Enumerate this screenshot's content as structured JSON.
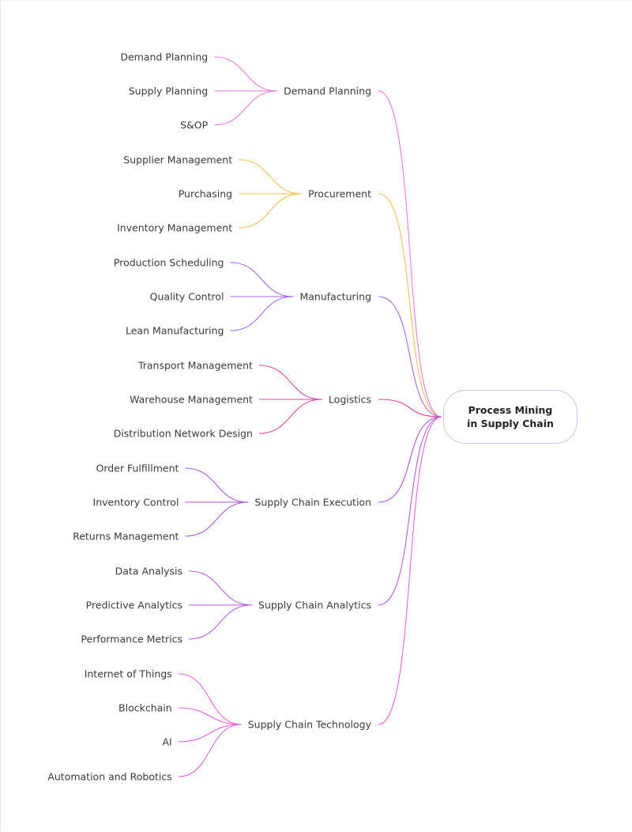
{
  "root": {
    "label": "Process Mining in Supply Chain"
  },
  "branches": [
    {
      "label": "Demand Planning",
      "color": "#e879e3",
      "children": [
        "Demand Planning",
        "Supply Planning",
        "S&OP"
      ]
    },
    {
      "label": "Procurement",
      "color": "#f2c14e",
      "children": [
        "Supplier Management",
        "Purchasing",
        "Inventory Management"
      ]
    },
    {
      "label": "Manufacturing",
      "color": "#a866e8",
      "children": [
        "Production Scheduling",
        "Quality Control",
        "Lean Manufacturing"
      ]
    },
    {
      "label": "Logistics",
      "color": "#e0449b",
      "children": [
        "Transport Management",
        "Warehouse Management",
        "Distribution Network Design"
      ]
    },
    {
      "label": "Supply Chain Execution",
      "color": "#a655e0",
      "children": [
        "Order Fulfillment",
        "Inventory Control",
        "Returns Management"
      ]
    },
    {
      "label": "Supply Chain Analytics",
      "color": "#b45ce6",
      "children": [
        "Data Analysis",
        "Predictive Analytics",
        "Performance Metrics"
      ]
    },
    {
      "label": "Supply Chain Technology",
      "color": "#ea5fe0",
      "children": [
        "Internet of Things",
        "Blockchain",
        "AI",
        "Automation and Robotics"
      ]
    }
  ]
}
